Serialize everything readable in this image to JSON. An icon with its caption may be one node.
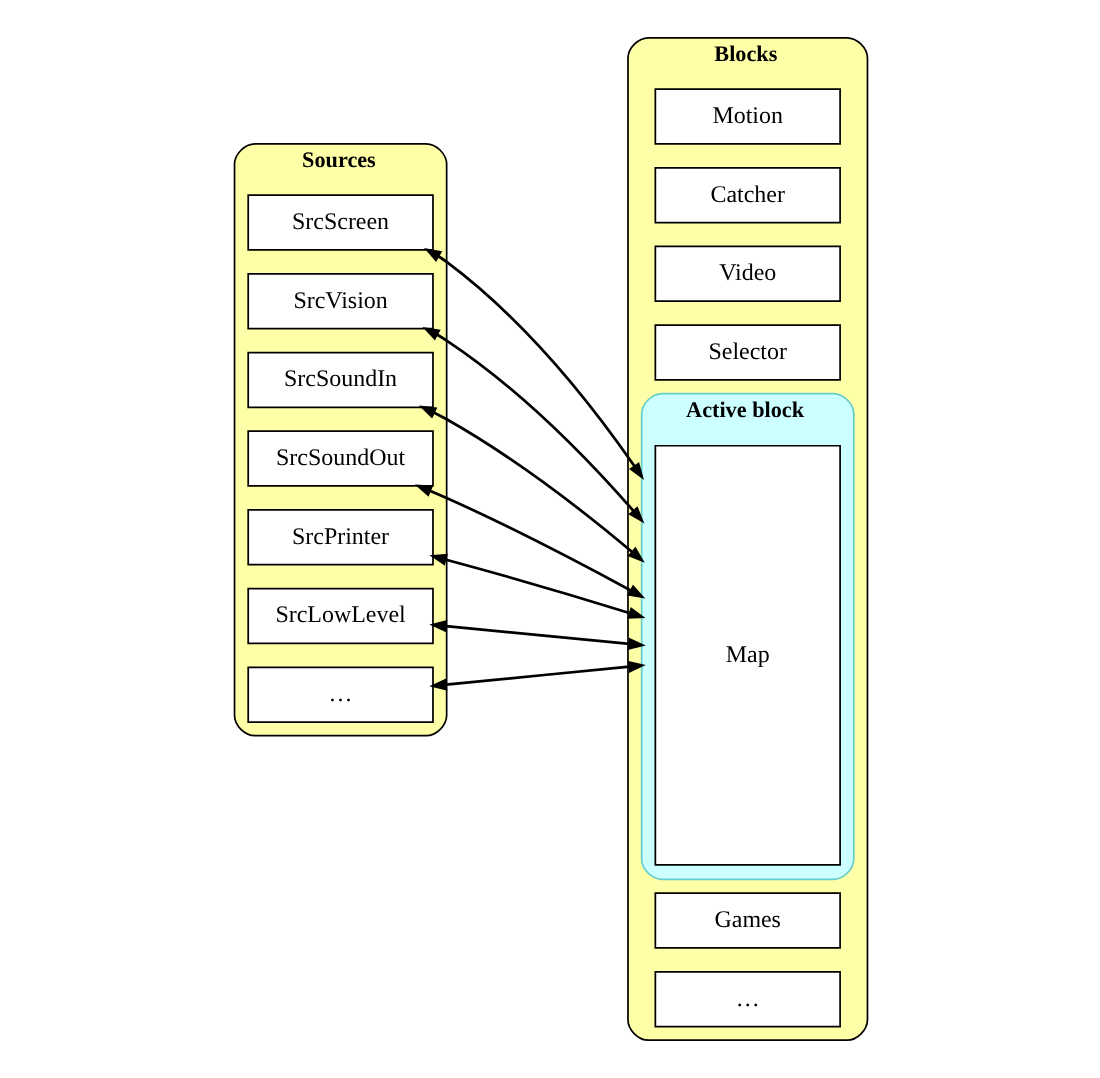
{
  "diagram": {
    "nodes": [
      {
        "text": [
          "Sources"
        ]
      },
      {
        "text": [
          "SrcScreen"
        ],
        "in": 0
      },
      {
        "text": [
          "SrcVision"
        ],
        "in": 0
      },
      {
        "text": [
          "SrcSoundIn"
        ],
        "in": 0
      },
      {
        "text": [
          "SrcSoundOut"
        ],
        "in": 0
      },
      {
        "text": [
          "SrcPrinter"
        ],
        "in": 0
      },
      {
        "text": [
          "SrcLowLevel"
        ],
        "in": 0
      },
      {
        "text": [
          "…"
        ],
        "in": 0
      },
      {
        "text": [
          "Blocks"
        ]
      },
      {
        "text": [
          "Motion"
        ],
        "in": 8
      },
      {
        "text": [
          "Catcher"
        ],
        "in": 8
      },
      {
        "text": [
          "Video"
        ],
        "in": 8
      },
      {
        "text": [
          "Selector"
        ],
        "in": 8
      },
      {
        "text": [
          "Active block"
        ],
        "in": 8
      },
      {
        "text": [
          "Map"
        ],
        "in": 13
      },
      {
        "text": [
          "Games"
        ],
        "in": 8
      },
      {
        "text": [
          "…"
        ],
        "in": 8
      }
    ],
    "edges": [
      {
        "from": 1,
        "to": 13,
        "arrow": "both"
      },
      {
        "from": 2,
        "to": 13,
        "arrow": "both"
      },
      {
        "from": 3,
        "to": 13,
        "arrow": "both"
      },
      {
        "from": 4,
        "to": 13,
        "arrow": "both"
      },
      {
        "from": 5,
        "to": 13,
        "arrow": "both"
      },
      {
        "from": 6,
        "to": 13,
        "arrow": "both"
      },
      {
        "from": 7,
        "to": 13,
        "arrow": "both"
      }
    ]
  }
}
